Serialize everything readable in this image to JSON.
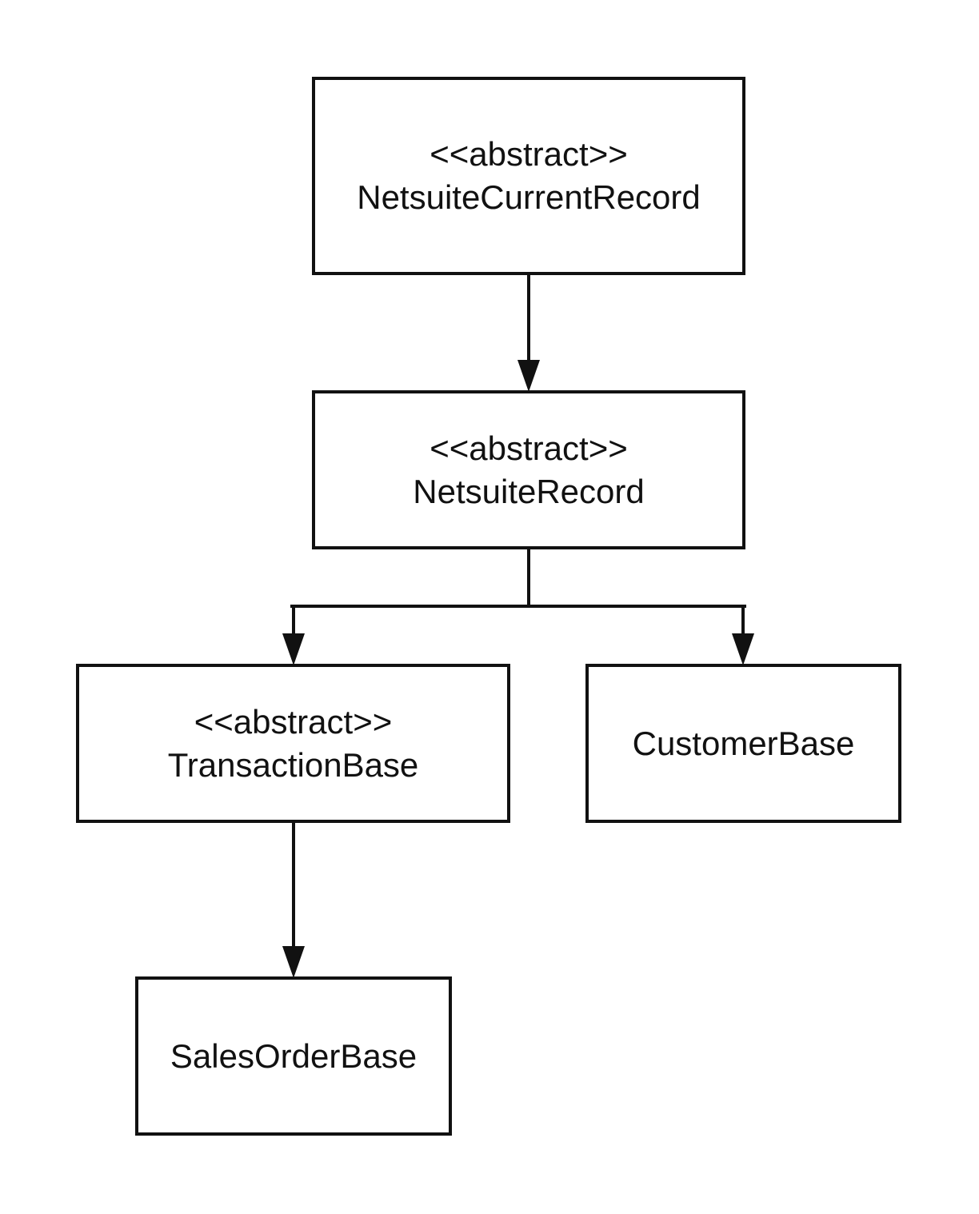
{
  "nodes": {
    "netsuite_current_record": {
      "stereotype": "<<abstract>>",
      "name": "NetsuiteCurrentRecord"
    },
    "netsuite_record": {
      "stereotype": "<<abstract>>",
      "name": "NetsuiteRecord"
    },
    "transaction_base": {
      "stereotype": "<<abstract>>",
      "name": "TransactionBase"
    },
    "customer_base": {
      "name": "CustomerBase"
    },
    "sales_order_base": {
      "name": "SalesOrderBase"
    }
  },
  "edges": [
    {
      "from": "NetsuiteCurrentRecord",
      "to": "NetsuiteRecord"
    },
    {
      "from": "NetsuiteRecord",
      "to": "TransactionBase"
    },
    {
      "from": "NetsuiteRecord",
      "to": "CustomerBase"
    },
    {
      "from": "TransactionBase",
      "to": "SalesOrderBase"
    }
  ],
  "colors": {
    "stroke": "#111111",
    "background": "#ffffff"
  }
}
